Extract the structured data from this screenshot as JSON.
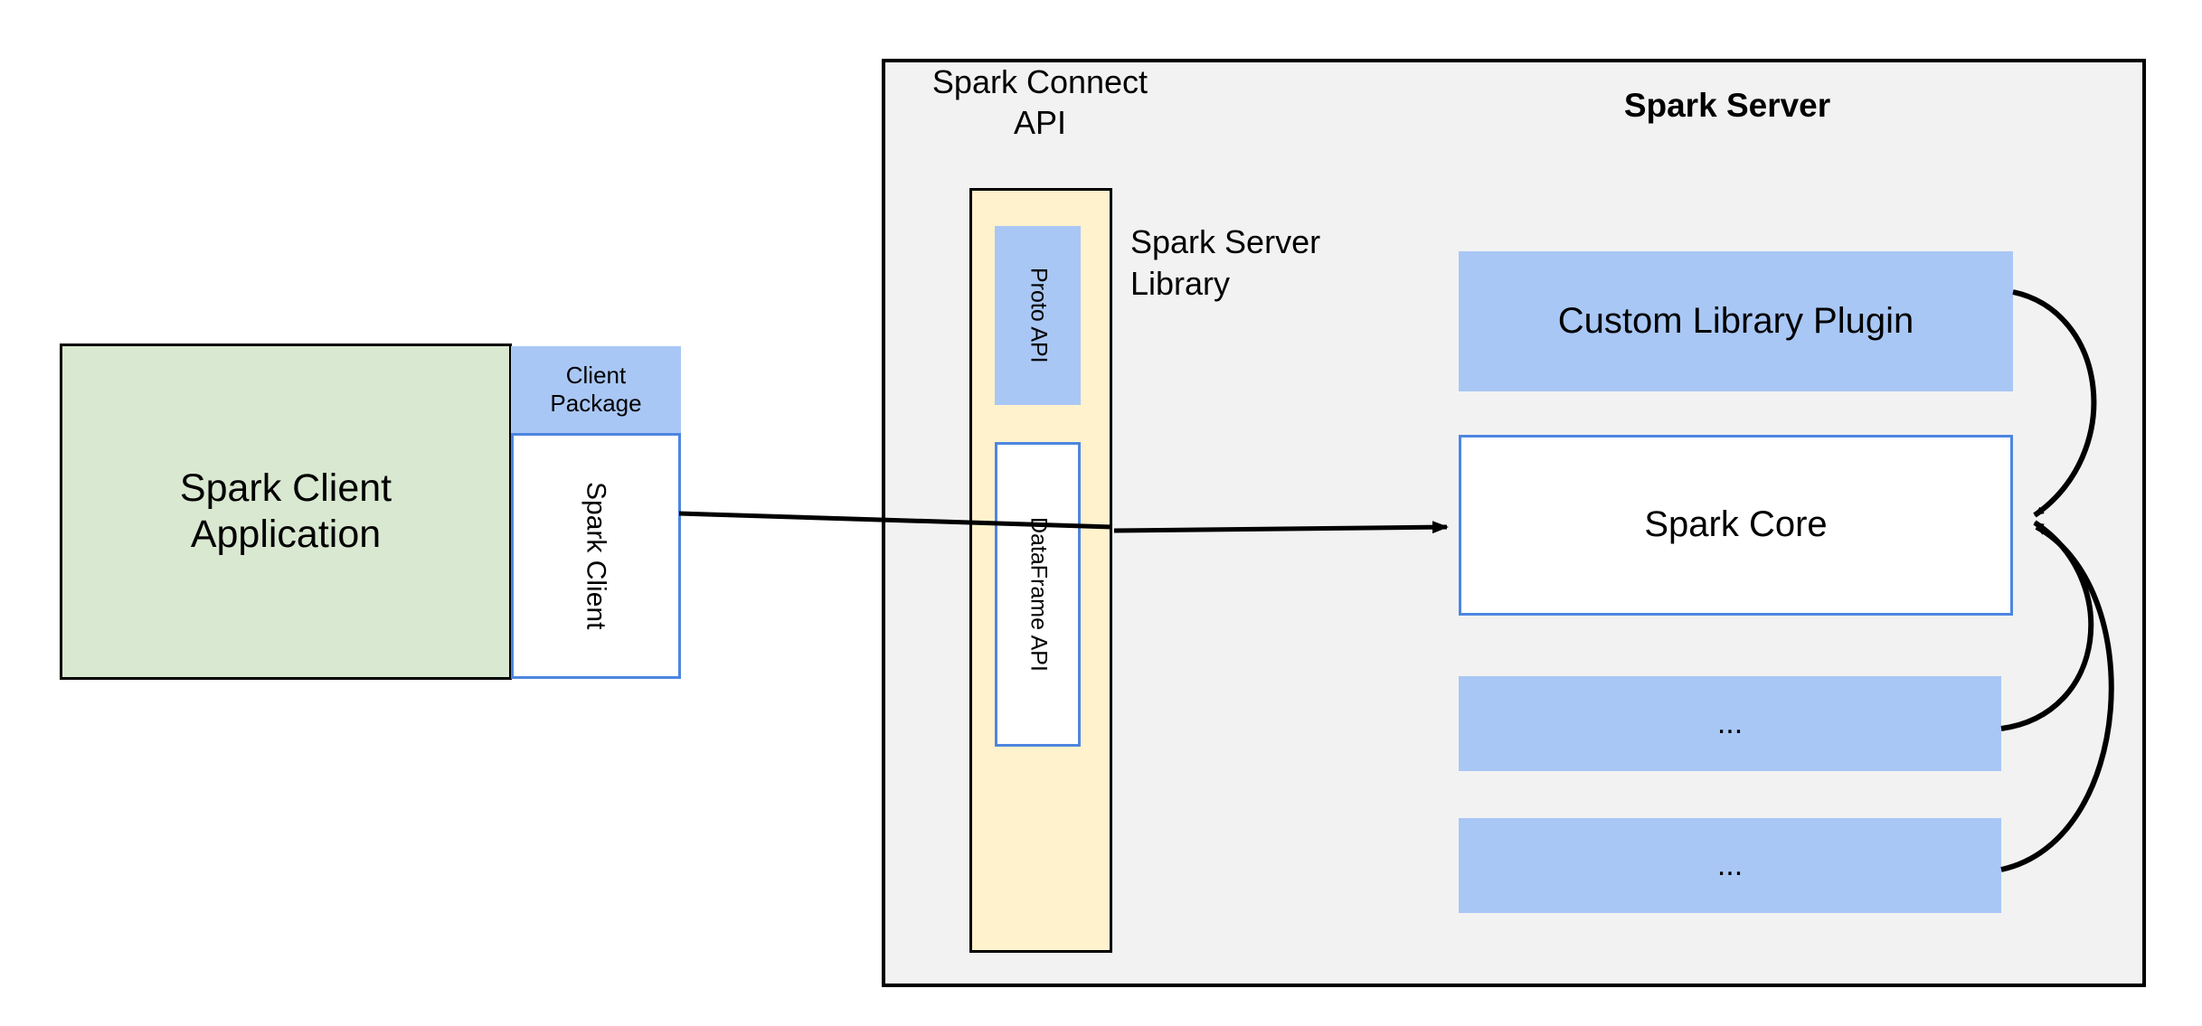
{
  "diagram": {
    "title": "Spark Connect architecture",
    "colors": {
      "client_app_fill": "#D9E8D0",
      "blue_fill": "#A9C7F5",
      "blue_border": "#4D86E0",
      "panel_fill": "#F2F2F2",
      "connect_column_fill": "#FFF2CC",
      "stroke": "#000000"
    }
  },
  "client": {
    "app_label": "Spark Client\nApplication",
    "app_label_line1": "Spark Client",
    "app_label_line2": "Application",
    "package_label_line1": "Client",
    "package_label_line2": "Package",
    "spark_client_label": "Spark Client"
  },
  "server": {
    "panel_title": "Spark Server",
    "connect_api_label_line1": "Spark Connect",
    "connect_api_label_line2": "API",
    "server_library_label_line1": "Spark Server",
    "server_library_label_line2": "Library",
    "connect_column": {
      "proto_api_label": "Proto API",
      "dataframe_api_label": "DataFrame API"
    },
    "components": [
      {
        "label": "Custom Library Plugin",
        "style": "blue-filled"
      },
      {
        "label": "Spark Core",
        "style": "white-blue-border"
      },
      {
        "label": "...",
        "style": "blue-filled"
      },
      {
        "label": "...",
        "style": "blue-filled"
      }
    ]
  },
  "edges": [
    {
      "name": "client-to-dataframe-api",
      "from": "Spark Client",
      "to": "DataFrame API"
    },
    {
      "name": "dataframe-api-to-spark-core",
      "from": "DataFrame API",
      "to": "Spark Core"
    },
    {
      "name": "custom-library-plugin-to-spark-core",
      "from": "Custom Library Plugin",
      "to": "Spark Core"
    },
    {
      "name": "ellipsis-1-to-spark-core",
      "from": "...",
      "to": "Spark Core"
    },
    {
      "name": "ellipsis-2-to-spark-core",
      "from": "...",
      "to": "Spark Core"
    }
  ]
}
